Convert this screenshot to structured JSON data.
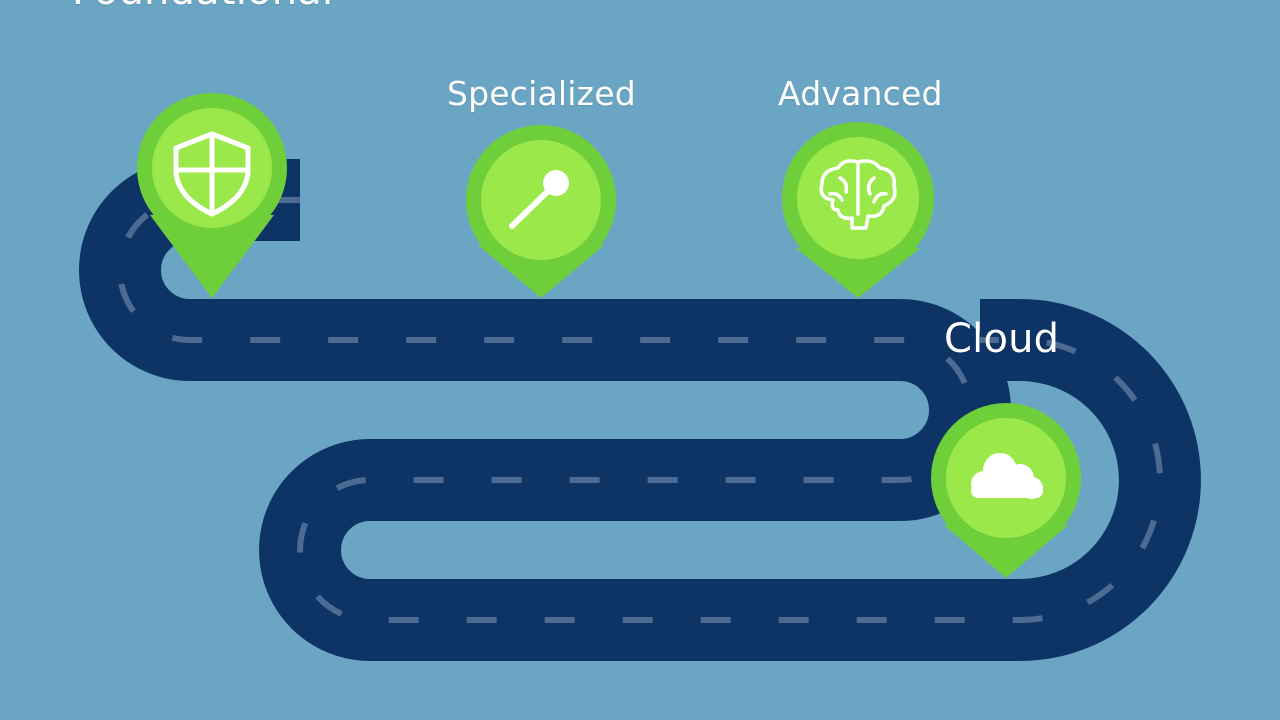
{
  "colors": {
    "background": "#6aa6c4",
    "road": "#0e3466",
    "road_dash": "#4d6a93",
    "pin_outer": "#6fcf3a",
    "pin_inner": "#9be84a",
    "icon_stroke": "#ffffff"
  },
  "stages": [
    {
      "label": "Foundational",
      "icon": "shield-icon"
    },
    {
      "label": "Specialized",
      "icon": "key-icon"
    },
    {
      "label": "Advanced",
      "icon": "brain-icon"
    },
    {
      "label": "Cloud",
      "icon": "cloud-icon"
    }
  ]
}
